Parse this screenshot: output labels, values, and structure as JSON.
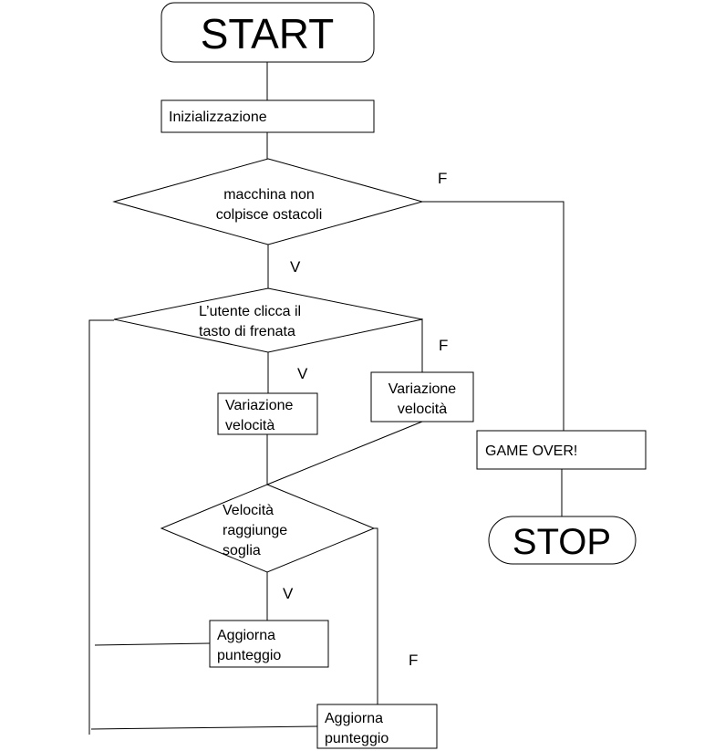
{
  "nodes": {
    "start": "START",
    "init": "Inizializzazione",
    "cond_obstacles": [
      "macchina non",
      "colpisce ostacoli"
    ],
    "cond_brake": [
      "L’utente clicca il",
      "tasto di frenata"
    ],
    "speed_var_true": [
      "Variazione",
      "velocità"
    ],
    "speed_var_false": [
      "Variazione",
      "velocità"
    ],
    "cond_threshold": [
      "Velocità",
      "raggiunge",
      "soglia"
    ],
    "score_true": [
      "Aggiorna",
      "punteggio"
    ],
    "score_false": [
      "Aggiorna",
      "punteggio"
    ],
    "game_over": "GAME OVER!",
    "stop": "STOP"
  },
  "edge_labels": {
    "obstacles_false": "F",
    "obstacles_true": "V",
    "brake_false": "F",
    "brake_true": "V",
    "threshold_true": "V",
    "threshold_false": "F"
  }
}
